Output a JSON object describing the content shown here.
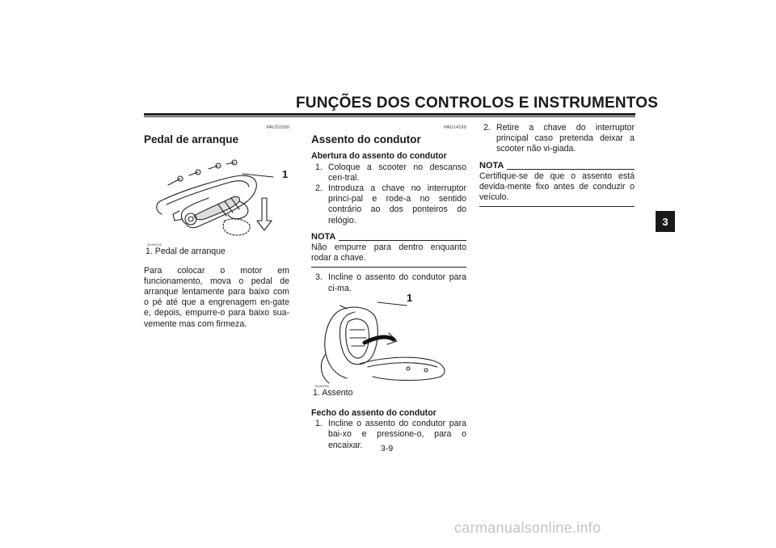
{
  "header": {
    "title": "FUNÇÕES DOS CONTROLOS E INSTRUMENTOS"
  },
  "chapter_tab": "3",
  "page_number": "3-9",
  "watermark": "carmanualsonline.info",
  "col1": {
    "code": "PAUS1050",
    "title": "Pedal de arranque",
    "figure": {
      "callout": "1",
      "code": "ZAUM0149",
      "caption": "1. Pedal de arranque"
    },
    "paragraph": "Para colocar o motor em funcionamento, mova o pedal de arranque lentamente para baixo com o pé até que a engrenagem en-gate e, depois, empurre-o para baixo sua-vemente mas com firmeza."
  },
  "col2": {
    "code": "PAU14160",
    "title": "Assento do condutor",
    "open_heading": "Abertura do assento do condutor",
    "open_steps": [
      {
        "n": "1.",
        "text": "Coloque a scooter no descanso cen-tral."
      },
      {
        "n": "2.",
        "text": "Introduza a chave no interruptor princi-pal e rode-a no sentido contrário ao dos ponteiros do relógio."
      }
    ],
    "nota_label": "NOTA",
    "nota_text": "Não empurre para dentro enquanto rodar a chave.",
    "step3": {
      "n": "3.",
      "text": "Incline o assento do condutor para ci-ma."
    },
    "figure": {
      "callout": "1",
      "code": "ZAUM0356",
      "caption": "1. Assento"
    },
    "close_heading": "Fecho do assento do condutor",
    "close_steps": [
      {
        "n": "1.",
        "text": "Incline o assento do condutor para bai-xo e pressione-o, para o encaixar."
      }
    ]
  },
  "col3": {
    "step2": {
      "n": "2.",
      "text": "Retire a chave do interruptor principal caso pretenda deixar a scooter não vi-giada."
    },
    "nota_label": "NOTA",
    "nota_text": "Certifique-se de que o assento está devida-mente fixo antes de conduzir o veículo."
  }
}
